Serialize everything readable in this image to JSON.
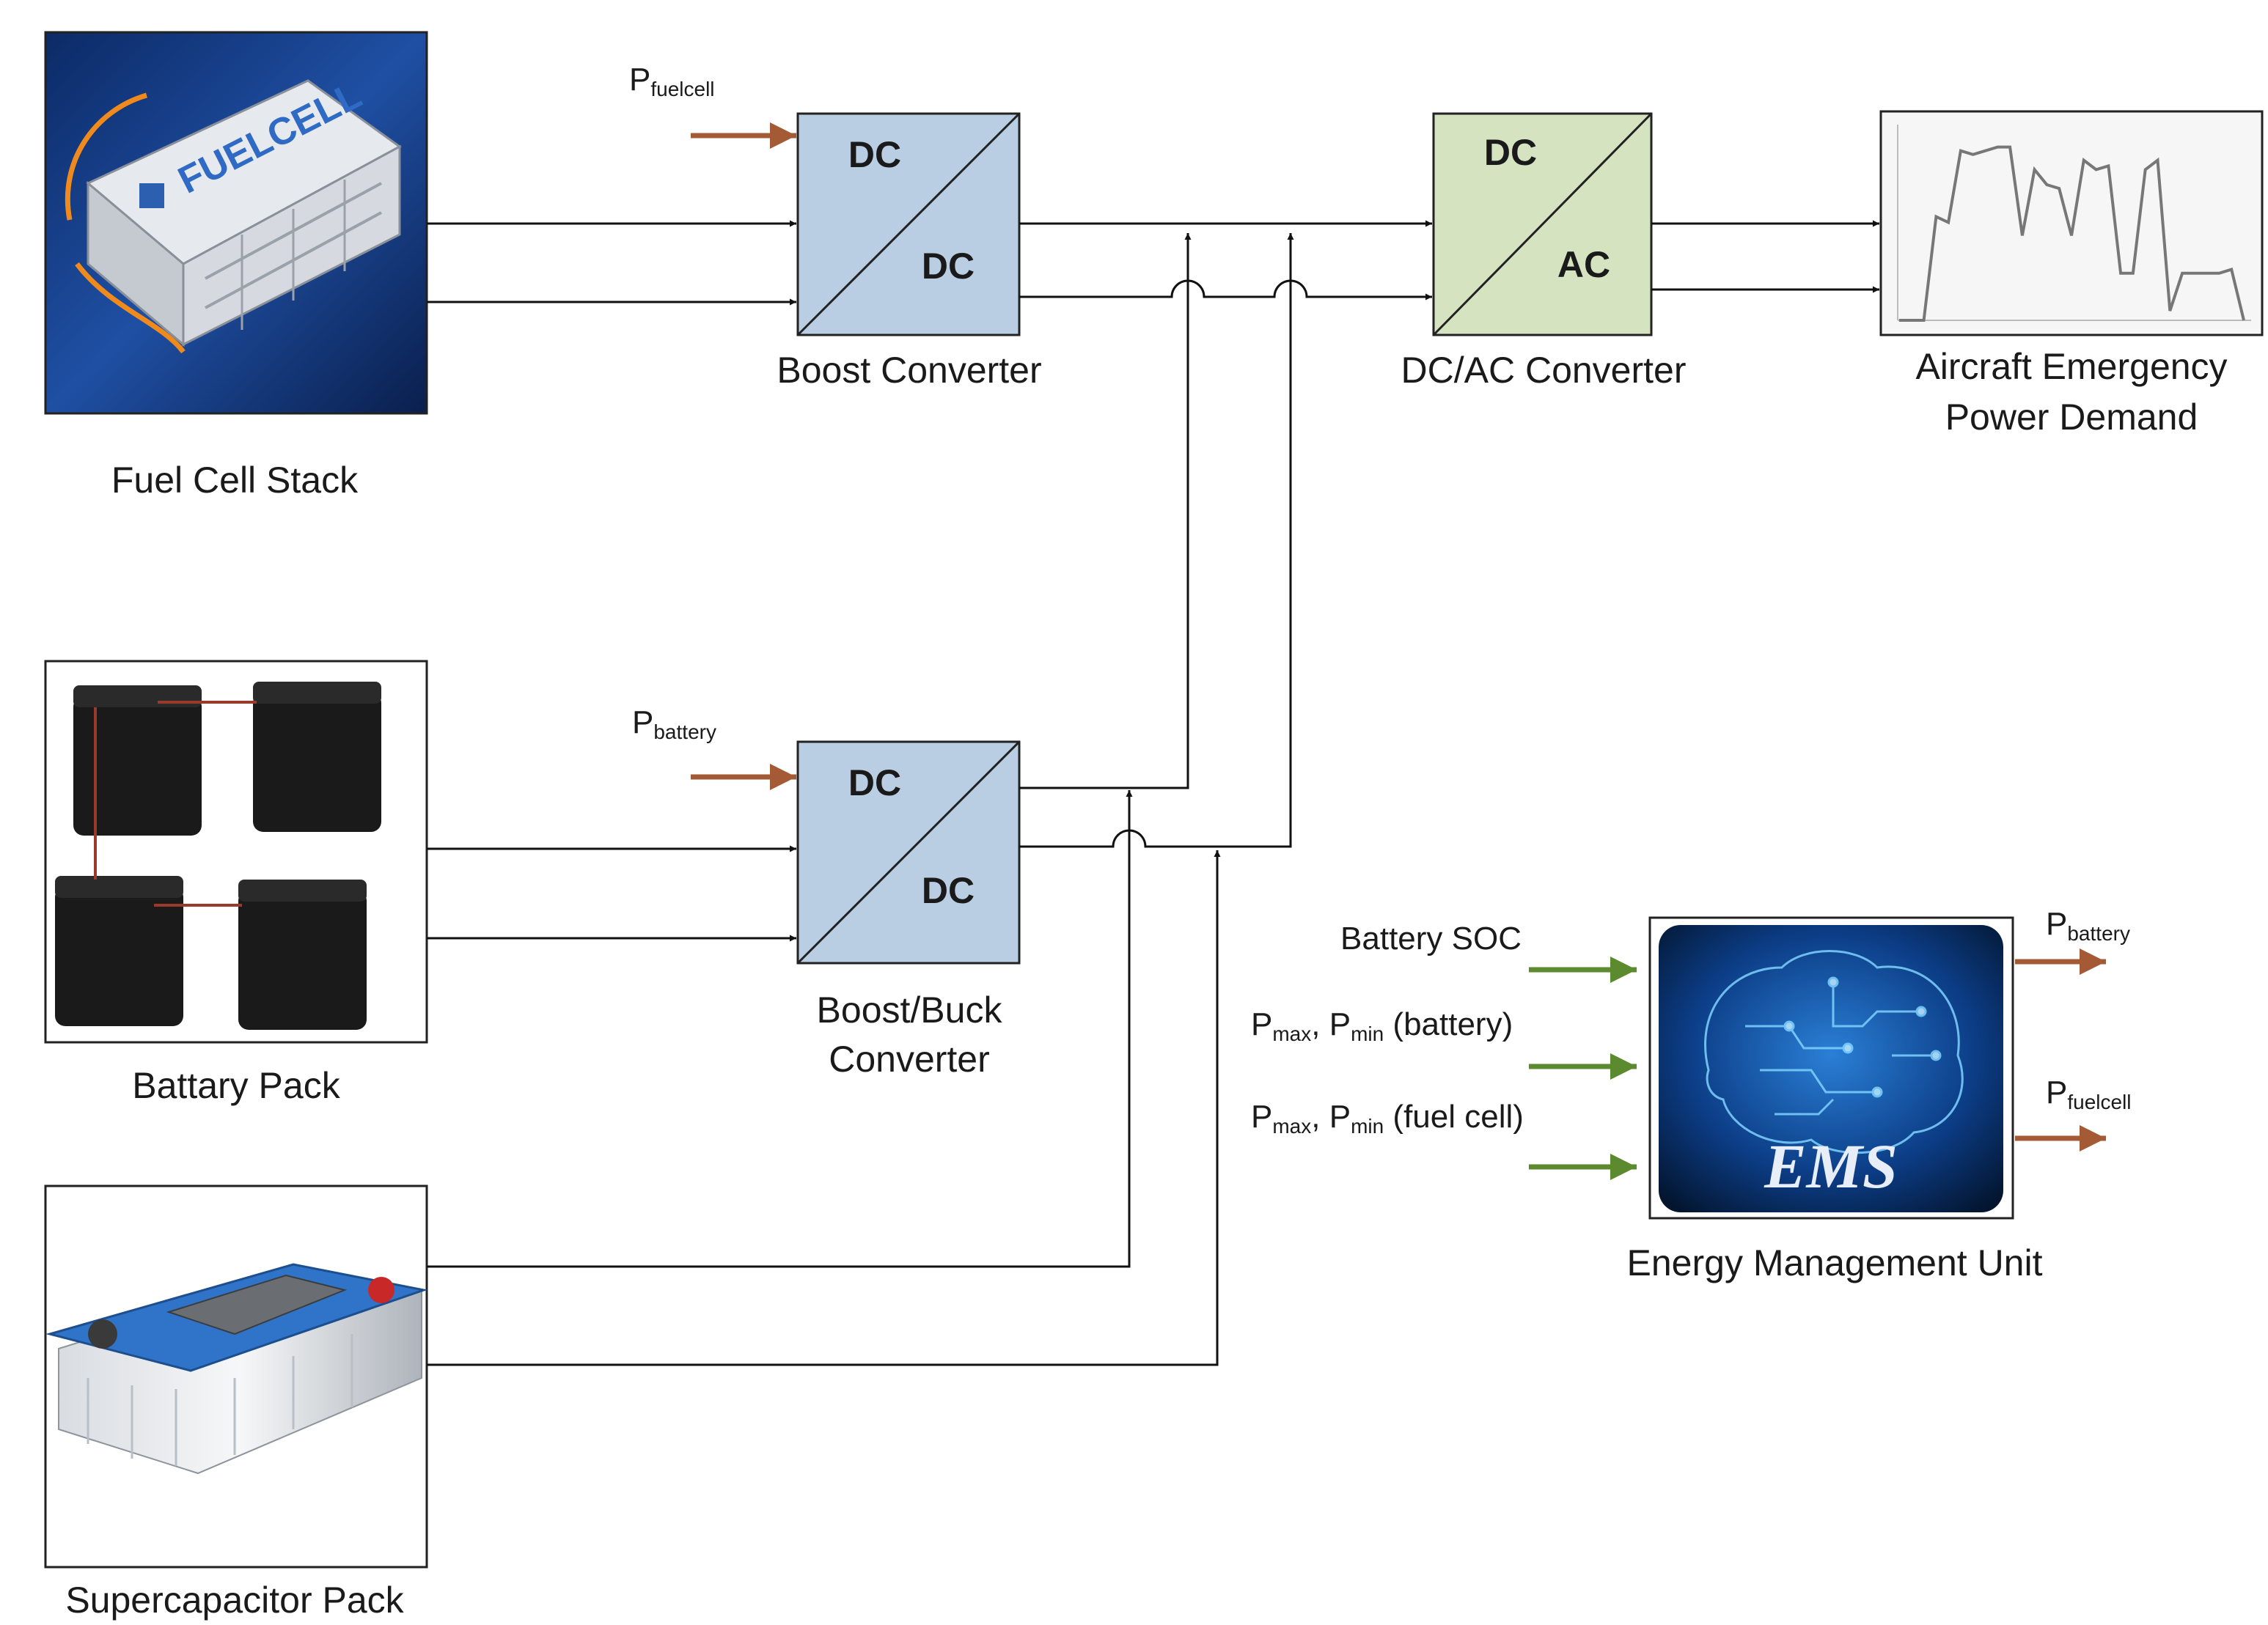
{
  "sources": {
    "fuel_cell": {
      "label": "Fuel Cell Stack",
      "image_text": "FUELCELL"
    },
    "battery": {
      "label": "Battary Pack"
    },
    "supercap": {
      "label": "Supercapacitor Pack"
    }
  },
  "converters": {
    "boost": {
      "label": "Boost Converter",
      "top": "DC",
      "bottom": "DC",
      "input_signal": "P",
      "input_signal_sub": "fuelcell"
    },
    "boost_buck": {
      "label_line1": "Boost/Buck",
      "label_line2": "Converter",
      "top": "DC",
      "bottom": "DC",
      "input_signal": "P",
      "input_signal_sub": "battery"
    },
    "dcac": {
      "label": "DC/AC Converter",
      "top": "DC",
      "bottom": "AC"
    }
  },
  "load": {
    "label_line1": "Aircraft Emergency",
    "label_line2": "Power Demand",
    "profile": [
      0,
      0,
      0,
      0.55,
      0.52,
      0.9,
      0.88,
      0.9,
      0.92,
      0.92,
      0.45,
      0.8,
      0.72,
      0.7,
      0.45,
      0.85,
      0.8,
      0.82,
      0.25,
      0.25,
      0.8,
      0.85,
      0.05,
      0.25,
      0.25,
      0.25,
      0.25,
      0.27,
      0
    ]
  },
  "ems": {
    "label": "Energy Management Unit",
    "logo_text": "EMS",
    "inputs": [
      {
        "text": "Battery SOC"
      },
      {
        "p": "P",
        "max": "max",
        "sep": ", P",
        "min": "min",
        "tail": " (battery)"
      },
      {
        "p": "P",
        "max": "max",
        "sep": ", P",
        "min": "min",
        "tail": " (fuel cell)"
      }
    ],
    "outputs": [
      {
        "p": "P",
        "sub": "battery"
      },
      {
        "p": "P",
        "sub": "fuelcell"
      }
    ]
  },
  "colors": {
    "converter_dc": "#b9cde3",
    "converter_ac": "#d5e3c0",
    "arrow_control": "#a45a35",
    "arrow_input": "#5c8a2e",
    "wire": "#111111"
  }
}
